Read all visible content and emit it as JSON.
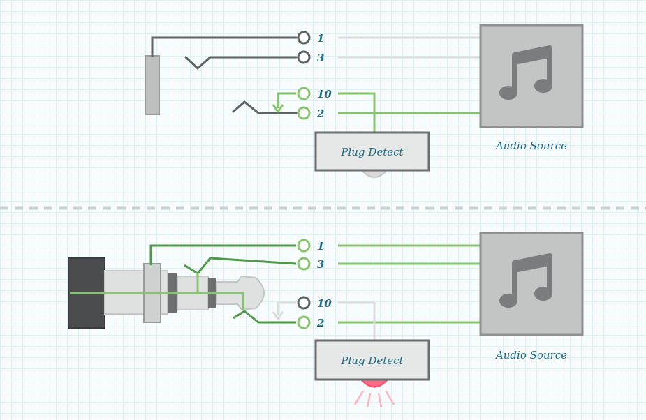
{
  "colors": {
    "active_wire": "#86c56e",
    "active_wire_dark": "#4e9a49",
    "inactive_wire": "#d9dcdc",
    "contact_dark": "#5e6263",
    "label_text": "#1f6c86",
    "box_fill": "#e6e7e7",
    "box_border": "#6b6e6f",
    "led_on": "#ff6b85",
    "led_off": "#d9d9d9",
    "plug_handle": "#4a4c4e",
    "separator": "#c8d0d2"
  },
  "icons": {
    "source": "music-note-icon",
    "led": "led-light"
  },
  "unplugged": {
    "pins": [
      {
        "label": "1",
        "state": "inactive"
      },
      {
        "label": "3",
        "state": "inactive"
      },
      {
        "label": "10",
        "state": "active"
      },
      {
        "label": "2",
        "state": "active"
      }
    ],
    "plug_detect": {
      "label": "Plug Detect",
      "led": "off"
    },
    "audio_source": {
      "label": "Audio Source"
    }
  },
  "plugged": {
    "pins": [
      {
        "label": "1",
        "state": "active"
      },
      {
        "label": "3",
        "state": "active"
      },
      {
        "label": "10",
        "state": "inactive"
      },
      {
        "label": "2",
        "state": "active"
      }
    ],
    "plug_detect": {
      "label": "Plug Detect",
      "led": "on"
    },
    "audio_source": {
      "label": "Audio Source"
    }
  }
}
